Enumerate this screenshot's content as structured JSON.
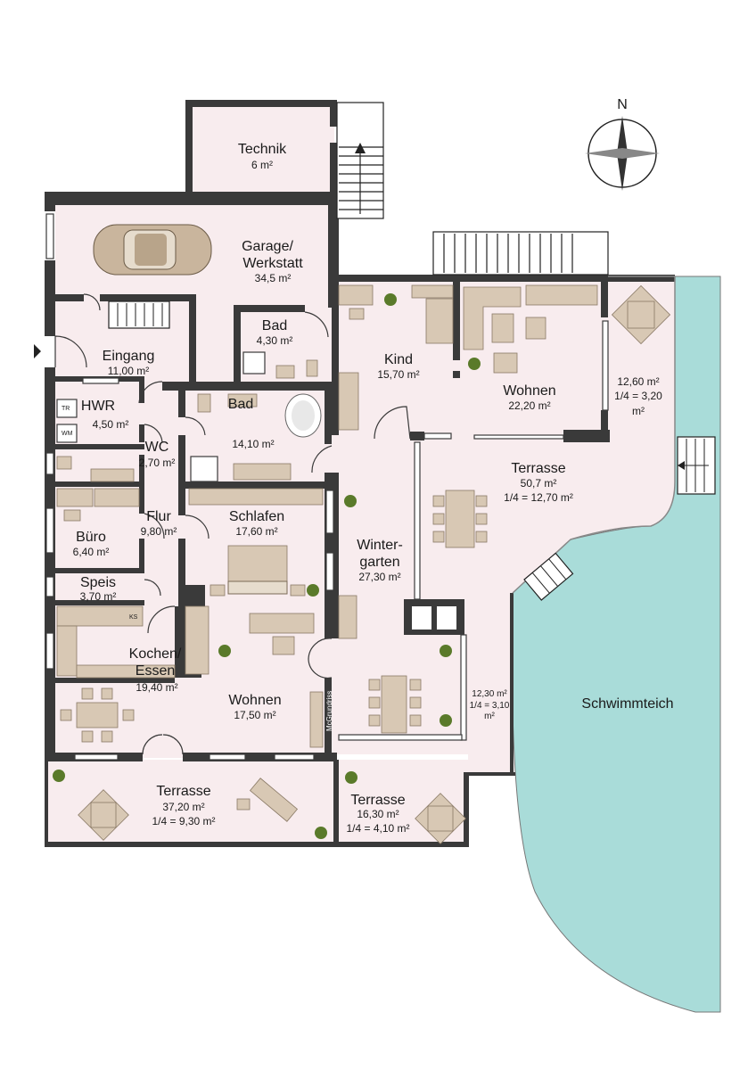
{
  "compass": {
    "label": "N"
  },
  "watermark": "McGrundriss",
  "pond": {
    "label": "Schwimmteich",
    "color": "#a9dcd9"
  },
  "colors": {
    "floor": "#f8ecee",
    "wall": "#3a3a3a",
    "furniture": "#d8c8b4",
    "plant": "#5a7a2a"
  },
  "rooms": {
    "technik": {
      "name": "Technik",
      "area": "6 m²"
    },
    "garage": {
      "name_line1": "Garage/",
      "name_line2": "Werkstatt",
      "area": "34,5 m²"
    },
    "bad_small": {
      "name": "Bad",
      "area": "4,30 m²"
    },
    "eingang": {
      "name": "Eingang",
      "area": "11,00 m²"
    },
    "kind": {
      "name": "Kind",
      "area": "15,70 m²"
    },
    "wohnen_ne": {
      "name": "Wohnen",
      "area": "22,20 m²"
    },
    "terrasse_east_side": {
      "area": "12,60 m²",
      "quarter_line1": "1/4 = 3,20",
      "quarter_line2": "m²"
    },
    "hwr": {
      "name": "HWR",
      "area": "4,50 m²"
    },
    "bad_large": {
      "name": "Bad",
      "area": "14,10 m²"
    },
    "wc": {
      "name": "WC",
      "area": "2,70 m²"
    },
    "terrasse_north": {
      "name": "Terrasse",
      "area": "50,7 m²",
      "quarter": "1/4 = 12,70 m²"
    },
    "flur": {
      "name": "Flur",
      "area": "9,80 m²"
    },
    "schlafen": {
      "name": "Schlafen",
      "area": "17,60 m²"
    },
    "buero": {
      "name": "Büro",
      "area": "6,40 m²"
    },
    "wintergarten": {
      "name_line1": "Winter-",
      "name_line2": "garten",
      "area": "27,30 m²"
    },
    "speis": {
      "name": "Speis",
      "area": "3,70 m²"
    },
    "kochen": {
      "name_line1": "Kochen/",
      "name_line2": "Essen",
      "area": "19,40 m²"
    },
    "wohnen_s": {
      "name": "Wohnen",
      "area": "17,50 m²"
    },
    "terrasse_mid_small": {
      "area": "12,30 m²",
      "quarter_line1": "1/4 = 3,10",
      "quarter_line2": "m²"
    },
    "terrasse_sw": {
      "name": "Terrasse",
      "area": "37,20 m²",
      "quarter": "1/4 = 9,30 m²"
    },
    "terrasse_s": {
      "name": "Terrasse",
      "area": "16,30 m²",
      "quarter": "1/4 = 4,10 m²"
    }
  },
  "appliances": {
    "dryer": "TR",
    "washer": "WM",
    "fridge": "KS"
  }
}
